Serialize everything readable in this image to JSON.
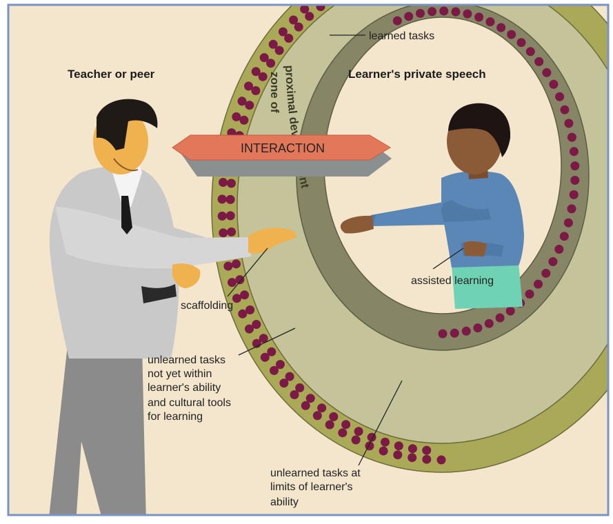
{
  "colors": {
    "background": "#f3e6cc",
    "frame": "#7a93c4",
    "outer_ring": "#a9a957",
    "zone_ring": "#c4c39a",
    "inner_ring": "#868565",
    "dot": "#7a1a45",
    "interaction_fill": "#e27759",
    "interaction_shadow": "#8a8f8f",
    "leader": "#222222"
  },
  "labels": {
    "teacher": "Teacher or peer",
    "learner": "Learner's private speech",
    "learned_tasks": "learned tasks",
    "zone_line1": "zone of",
    "zone_line2": "proximal development",
    "interaction": "INTERACTION",
    "assisted": "assisted learning",
    "scaffolding": "scaffolding",
    "unlearned_1": "unlearned tasks",
    "unlearned_2": "not yet within",
    "unlearned_3": "learner's ability",
    "unlearned_4": "and cultural tools",
    "unlearned_5": "for learning",
    "limits_1": "unlearned tasks at",
    "limits_2": "limits of learner's",
    "limits_3": "ability"
  }
}
